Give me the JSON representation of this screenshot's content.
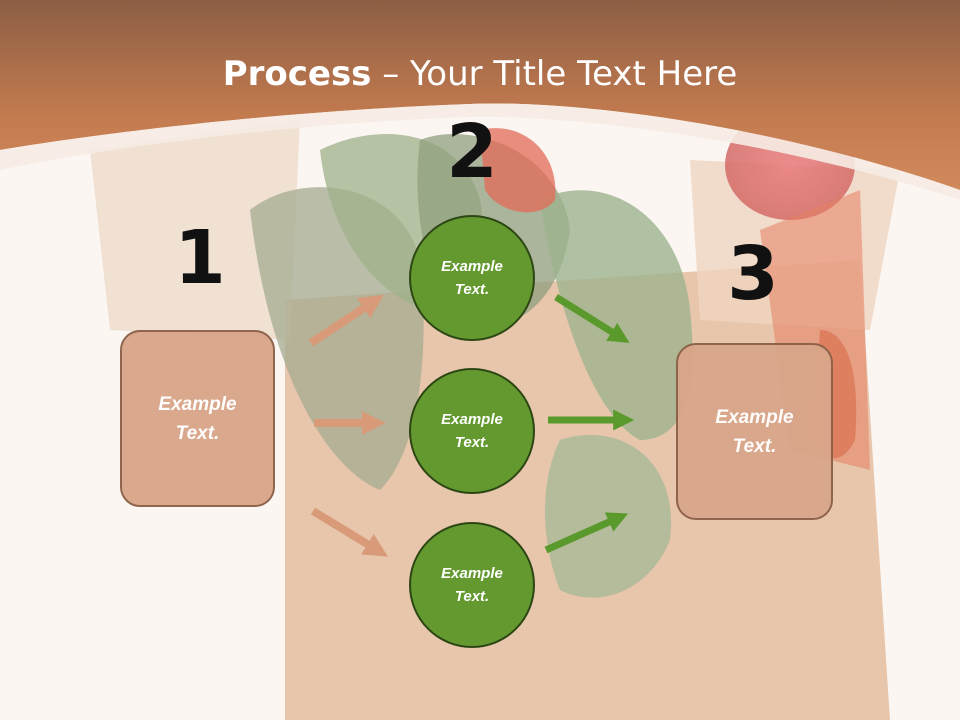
{
  "slide": {
    "title_bold": "Process",
    "title_rest": " – Your Title Text Here"
  },
  "steps": {
    "step1": {
      "number": "1",
      "text": "Example\nText."
    },
    "step2": {
      "number": "2",
      "items": [
        {
          "text": "Example\nText."
        },
        {
          "text": "Example\nText."
        },
        {
          "text": "Example\nText."
        }
      ]
    },
    "step3": {
      "number": "3",
      "text": "Example\nText."
    }
  },
  "colors": {
    "header_band": "#c27a4f",
    "box_fill": "#d9a68a",
    "box_border": "#8d6149",
    "circle_fill": "#63992f",
    "circle_border": "#2d4714",
    "arrow_in": "#d89a78",
    "arrow_out": "#5a9a2d"
  }
}
